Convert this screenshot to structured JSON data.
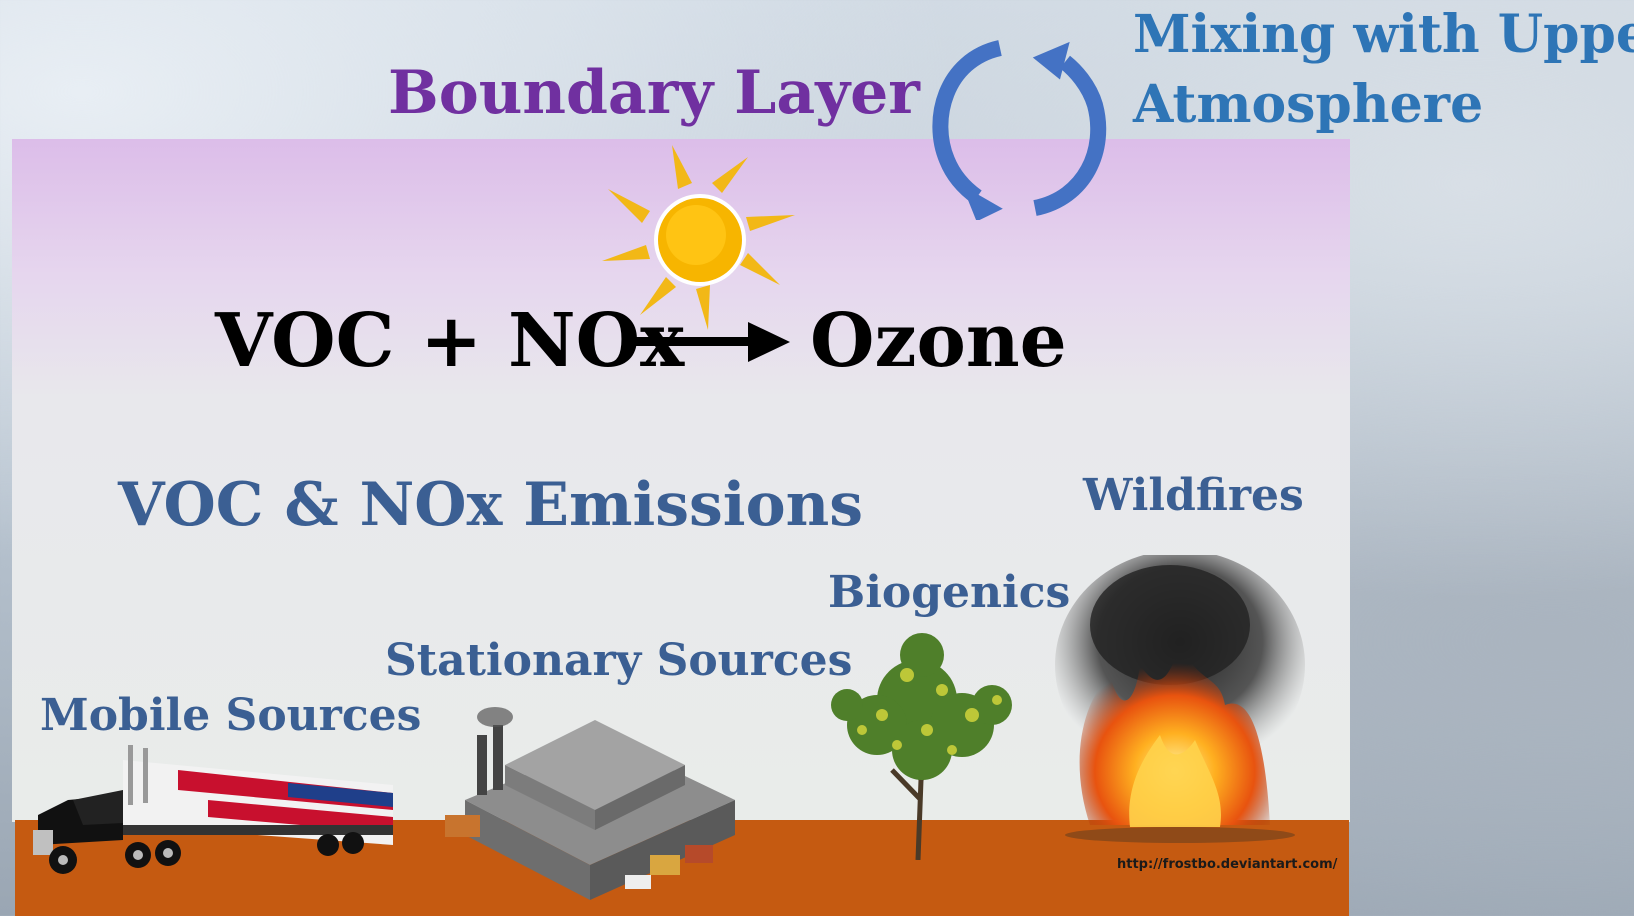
{
  "diagram": {
    "title": "Boundary Layer",
    "mixing": {
      "line1": "Mixing with Upper",
      "line2": "Atmosphere"
    },
    "reaction": {
      "reactants": "VOC + NOx",
      "product": "Ozone"
    },
    "emissions_heading": "VOC & NOx Emissions",
    "sources": {
      "wildfires": "Wildfires",
      "biogenics": "Biogenics",
      "stationary": "Stationary Sources",
      "mobile": "Mobile Sources"
    },
    "credit": "http://frostbo.deviantart.com/"
  },
  "colors": {
    "title": "#7030a0",
    "mixing": "#2e75b6",
    "labels": "#3b5f93",
    "ground": "#c55a11",
    "cycle_arrows": "#4472c4"
  },
  "icons": [
    "sun-icon",
    "cycle-arrows-icon",
    "reaction-arrow-icon",
    "truck-icon",
    "factory-icon",
    "tree-icon",
    "fire-icon"
  ]
}
